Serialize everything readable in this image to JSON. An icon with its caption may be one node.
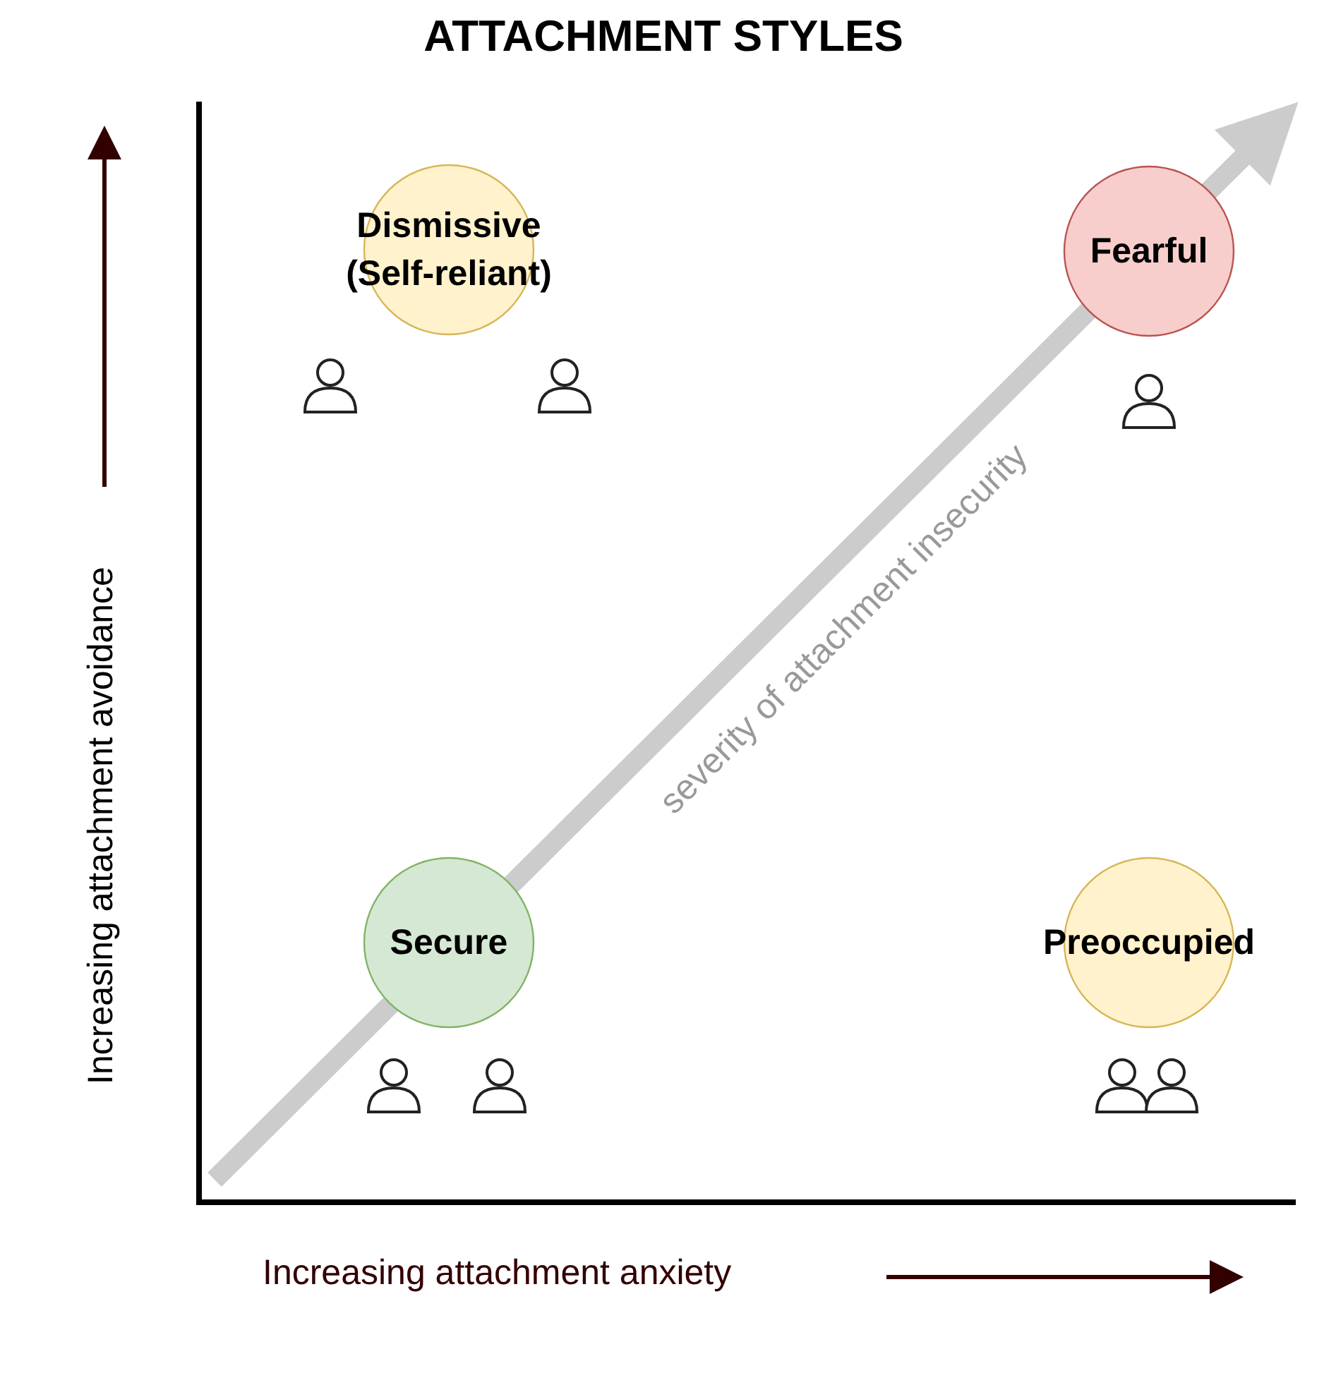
{
  "diagram": {
    "title": "ATTACHMENT STYLES",
    "nodes": [
      {
        "text": [
          "Dismissive (Self-reliant)"
        ]
      },
      {
        "text": [
          "Fearful"
        ]
      },
      {
        "text": [
          "Secure"
        ]
      },
      {
        "text": [
          "Preoccupied"
        ]
      }
    ],
    "labels": [
      "Increasing attachment avoidance",
      "severity of attachment insecurity",
      "Increasing attachment anxiety"
    ]
  }
}
